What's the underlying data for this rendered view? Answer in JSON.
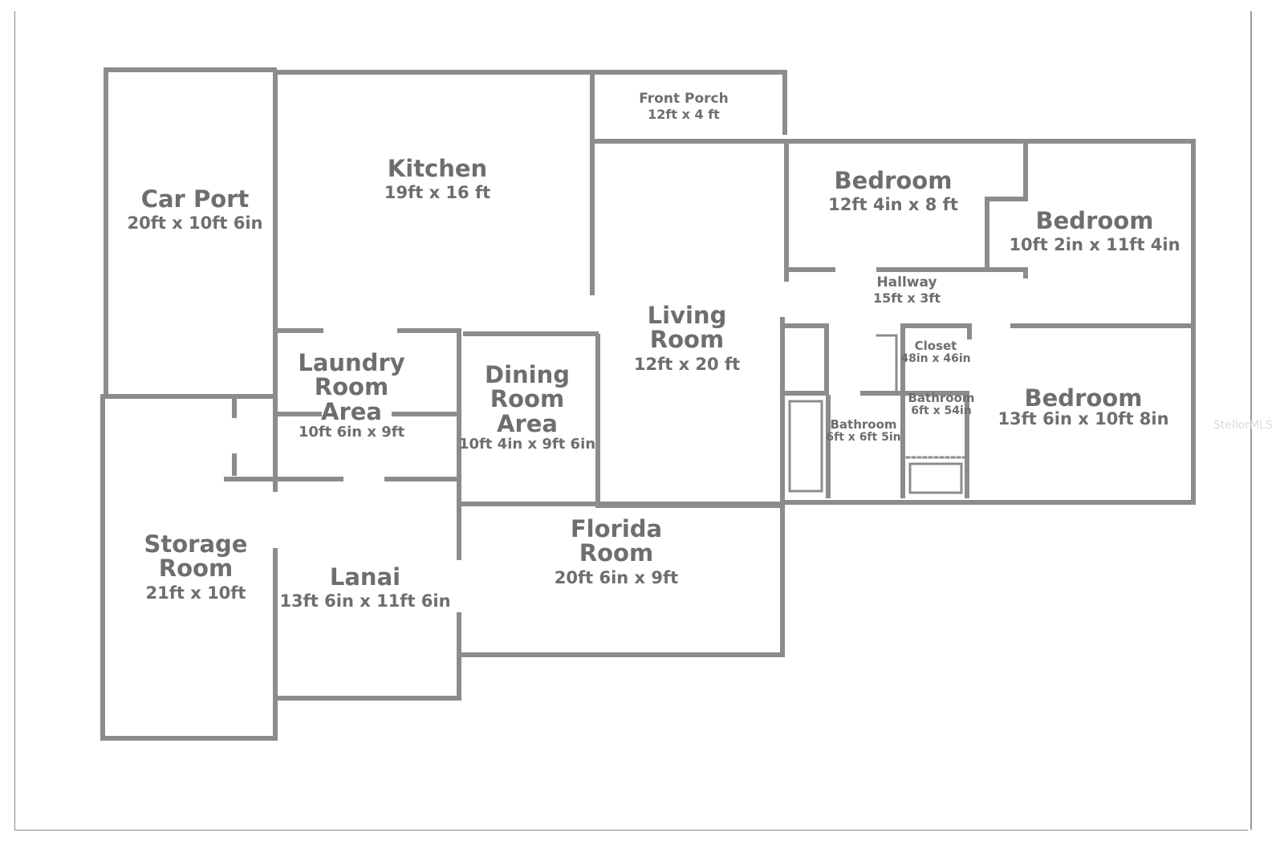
{
  "rooms": {
    "car_port": {
      "name": "Car Port",
      "dims": "20ft x 10ft 6in"
    },
    "kitchen": {
      "name": "Kitchen",
      "dims": "19ft x 16 ft"
    },
    "front_porch": {
      "name": "Front Porch",
      "dims": "12ft x 4 ft"
    },
    "bedroom_1": {
      "name": "Bedroom",
      "dims": "12ft 4in x 8 ft"
    },
    "bedroom_2": {
      "name": "Bedroom",
      "dims": "10ft 2in x 11ft 4in"
    },
    "hallway": {
      "name": "Hallway",
      "dims": "15ft x 3ft"
    },
    "living_room": {
      "name_line1": "Living",
      "name_line2": "Room",
      "dims": "12ft x 20 ft"
    },
    "laundry": {
      "name_line1": "Laundry",
      "name_line2": "Room",
      "name_line3": "Area",
      "dims": "10ft 6in x 9ft"
    },
    "dining": {
      "name_line1": "Dining",
      "name_line2": "Room",
      "name_line3": "Area",
      "dims": "10ft 4in x 9ft 6in"
    },
    "closet": {
      "name": "Closet",
      "dims": "48in x 46in"
    },
    "bathroom_1": {
      "name": "Bathroom",
      "dims": "6ft x 6ft 5in"
    },
    "bathroom_2": {
      "name": "Bathroom",
      "dims": "6ft x 54in"
    },
    "bedroom_3": {
      "name": "Bedroom",
      "dims": "13ft 6in x 10ft 8in"
    },
    "storage": {
      "name_line1": "Storage",
      "name_line2": "Room",
      "dims": "21ft x 10ft"
    },
    "lanai": {
      "name": "Lanai",
      "dims": "13ft 6in x 11ft 6in"
    },
    "florida": {
      "name_line1": "Florida",
      "name_line2": "Room",
      "dims": "20ft 6in x 9ft"
    }
  },
  "watermark": "StellorMLS",
  "colors": {
    "wall": "#8c8c8c",
    "text": "#6e6e6e",
    "background": "#ffffff"
  }
}
